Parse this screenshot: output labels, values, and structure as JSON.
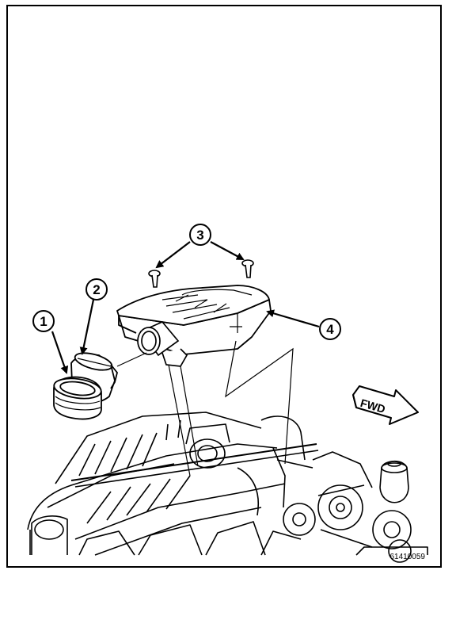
{
  "callouts": [
    {
      "id": "1",
      "label": "1"
    },
    {
      "id": "2",
      "label": "2"
    },
    {
      "id": "3",
      "label": "3"
    },
    {
      "id": "4",
      "label": "4"
    }
  ],
  "direction_arrow": {
    "label": "FWD"
  },
  "figure_id": "61410059",
  "colors": {
    "ink": "#000000",
    "paper": "#ffffff"
  }
}
